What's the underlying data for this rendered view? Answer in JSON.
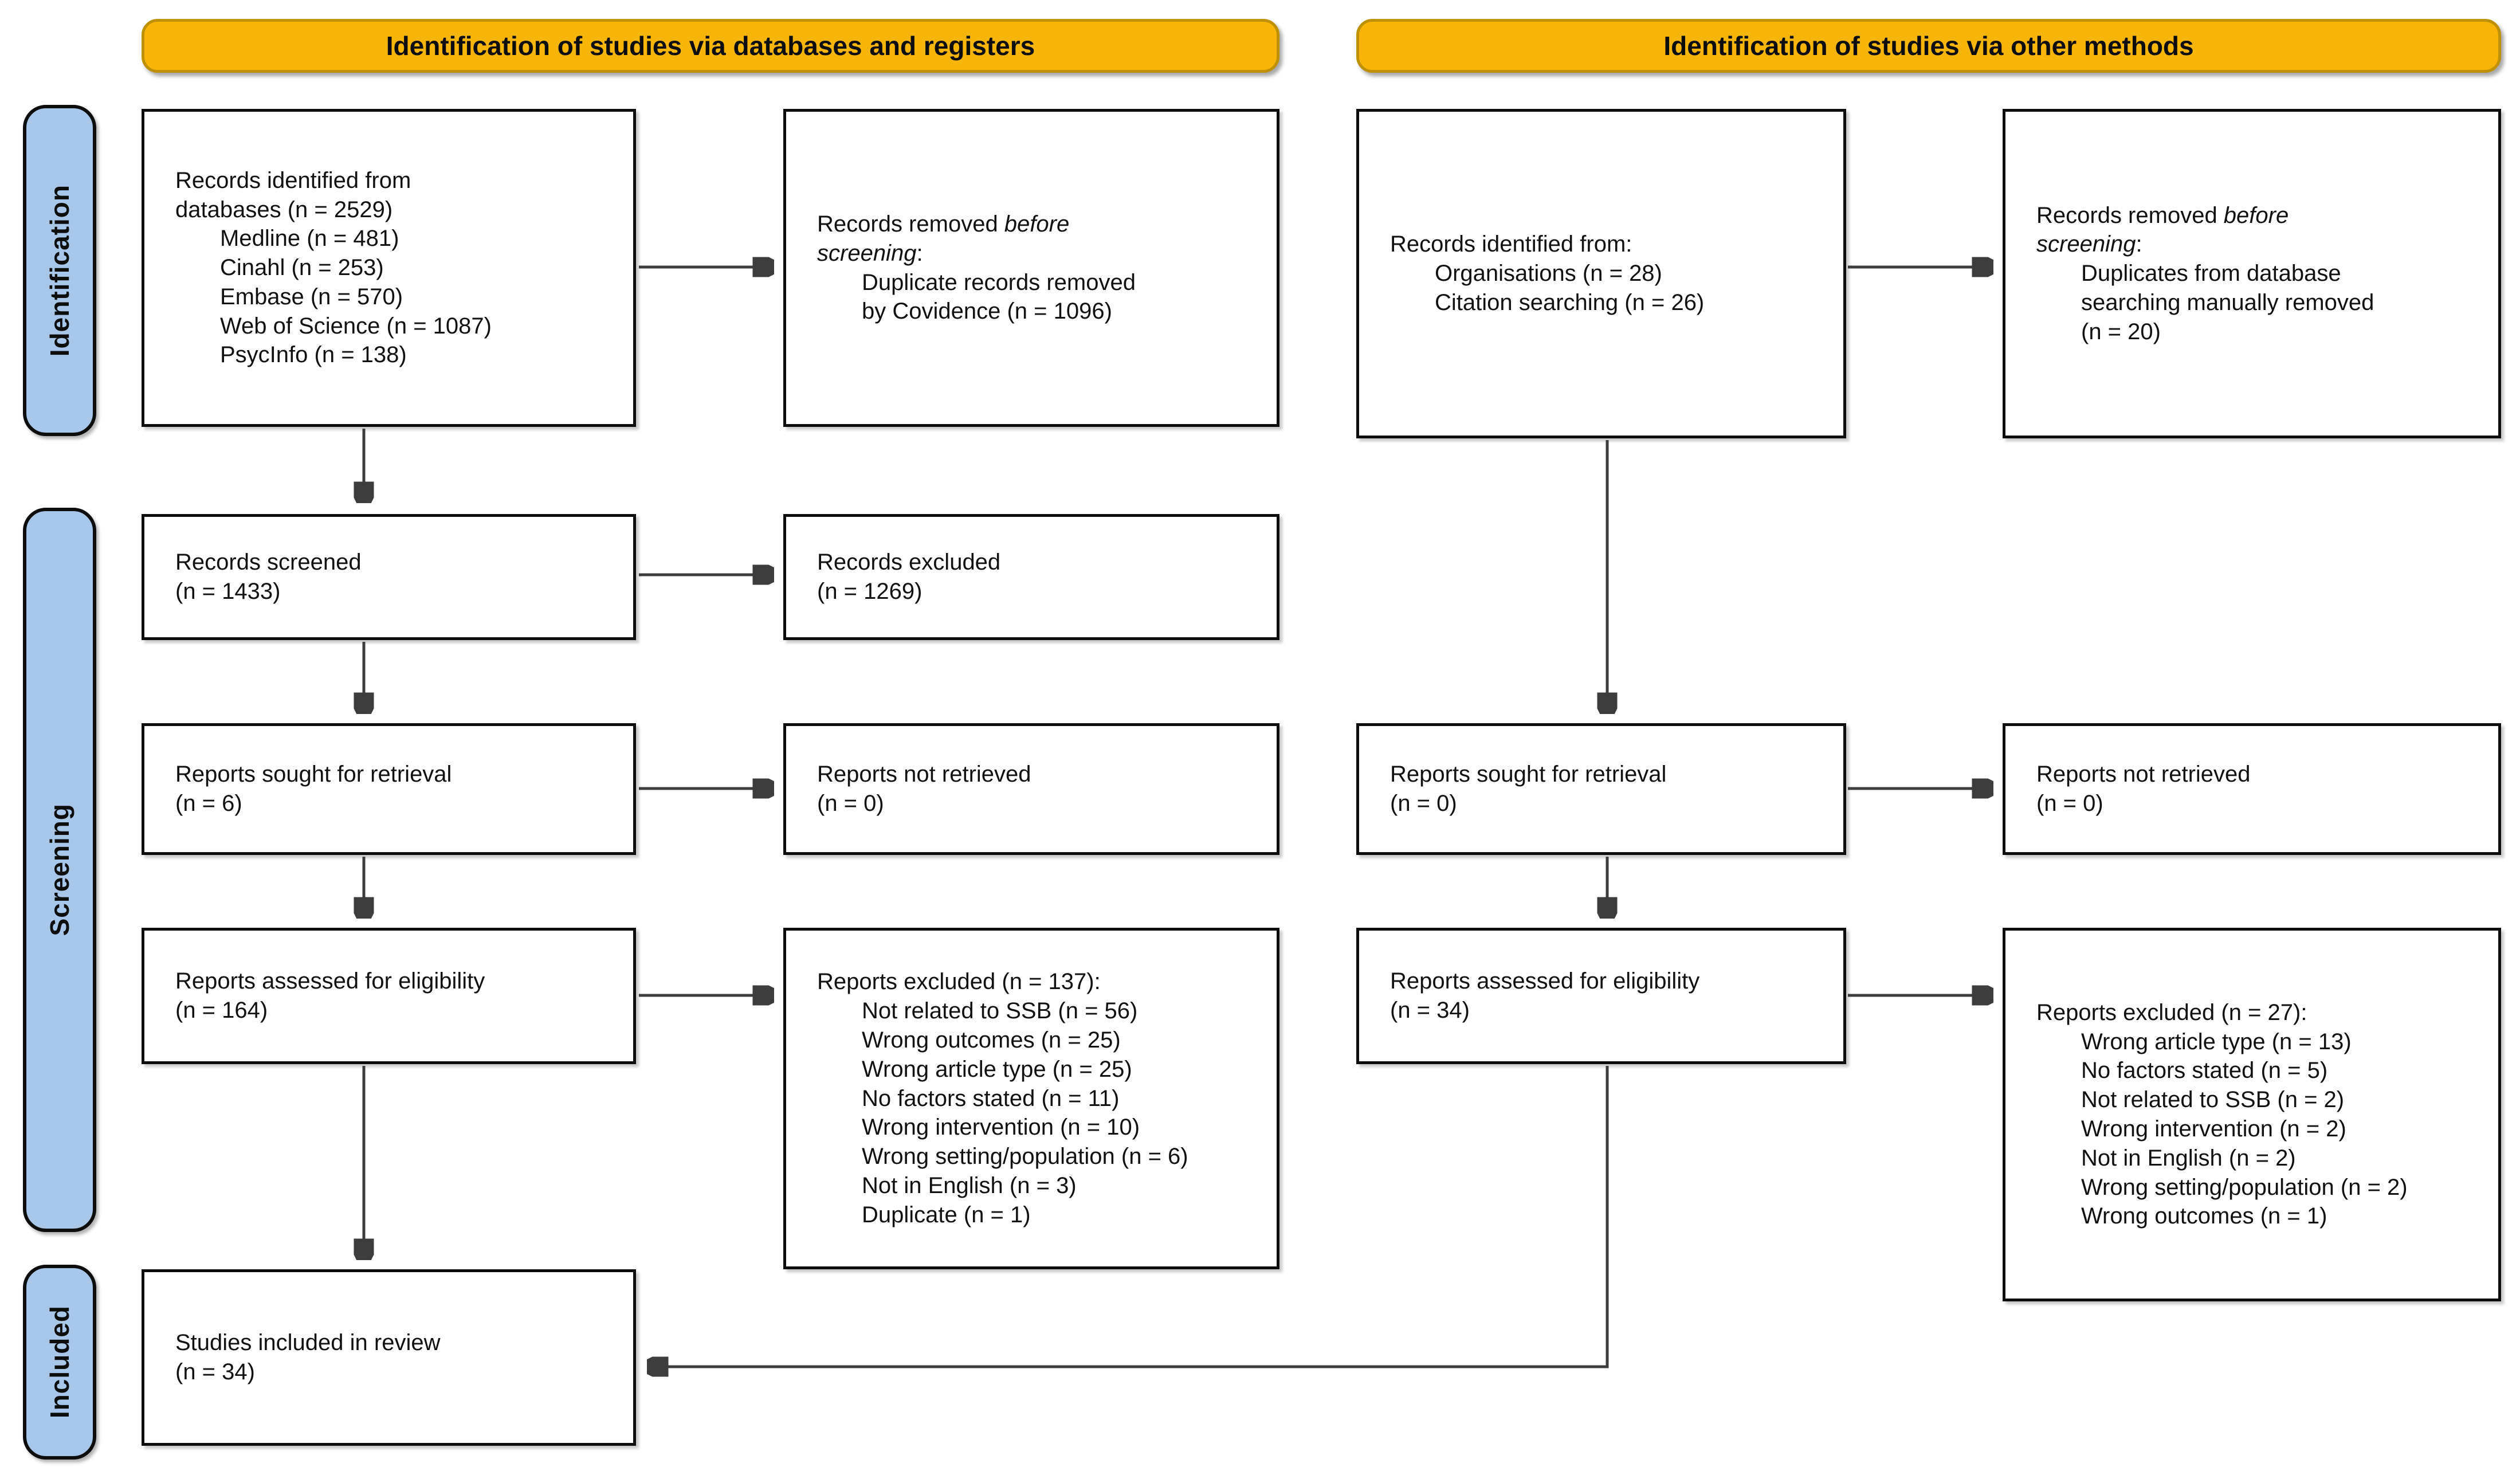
{
  "diagram": {
    "banners": {
      "databases": "Identification of studies via databases and registers",
      "other": "Identification of studies via other methods"
    },
    "stages": {
      "identification": "Identification",
      "screening": "Screening",
      "included": "Included"
    },
    "colors": {
      "banner_fill": "#F7B50A",
      "banner_border": "#BF9000",
      "stage_fill": "#A8C7E8",
      "box_border": "#0d0d0d",
      "arrow": "#3d3d3d"
    },
    "boxes": {
      "db_identified": {
        "lines": [
          {
            "ind": 0,
            "segs": [
              {
                "t": "Records identified from"
              }
            ]
          },
          {
            "ind": 0,
            "segs": [
              {
                "t": "databases (n = 2529)"
              }
            ]
          },
          {
            "ind": 1,
            "segs": [
              {
                "t": "Medline (n = 481)"
              }
            ]
          },
          {
            "ind": 1,
            "segs": [
              {
                "t": "Cinahl (n = 253)"
              }
            ]
          },
          {
            "ind": 1,
            "segs": [
              {
                "t": "Embase (n = 570)"
              }
            ]
          },
          {
            "ind": 1,
            "segs": [
              {
                "t": "Web of Science (n = 1087)"
              }
            ]
          },
          {
            "ind": 1,
            "segs": [
              {
                "t": "PsycInfo (n = 138)"
              }
            ]
          }
        ]
      },
      "db_removed": {
        "lines": [
          {
            "ind": 0,
            "segs": [
              {
                "t": "Records removed "
              },
              {
                "t": "before",
                "i": true
              }
            ]
          },
          {
            "ind": 0,
            "segs": [
              {
                "t": "screening",
                "i": true
              },
              {
                "t": ":"
              }
            ]
          },
          {
            "ind": 1,
            "segs": [
              {
                "t": "Duplicate records removed"
              }
            ]
          },
          {
            "ind": 1,
            "segs": [
              {
                "t": "by Covidence (n = 1096)"
              }
            ]
          }
        ]
      },
      "records_screened": {
        "lines": [
          {
            "ind": 0,
            "segs": [
              {
                "t": "Records screened"
              }
            ]
          },
          {
            "ind": 0,
            "segs": [
              {
                "t": "(n = 1433)"
              }
            ]
          }
        ]
      },
      "records_excluded": {
        "lines": [
          {
            "ind": 0,
            "segs": [
              {
                "t": "Records excluded"
              }
            ]
          },
          {
            "ind": 0,
            "segs": [
              {
                "t": "(n = 1269)"
              }
            ]
          }
        ]
      },
      "reports_sought": {
        "lines": [
          {
            "ind": 0,
            "segs": [
              {
                "t": "Reports sought for retrieval"
              }
            ]
          },
          {
            "ind": 0,
            "segs": [
              {
                "t": "(n = 6)"
              }
            ]
          }
        ]
      },
      "reports_not_retrieved": {
        "lines": [
          {
            "ind": 0,
            "segs": [
              {
                "t": "Reports not retrieved"
              }
            ]
          },
          {
            "ind": 0,
            "segs": [
              {
                "t": "(n = 0)"
              }
            ]
          }
        ]
      },
      "reports_assessed": {
        "lines": [
          {
            "ind": 0,
            "segs": [
              {
                "t": "Reports assessed for eligibility"
              }
            ]
          },
          {
            "ind": 0,
            "segs": [
              {
                "t": "(n = 164)"
              }
            ]
          }
        ]
      },
      "reports_excluded": {
        "lines": [
          {
            "ind": 0,
            "segs": [
              {
                "t": "Reports excluded (n = 137):"
              }
            ]
          },
          {
            "ind": 1,
            "segs": [
              {
                "t": "Not related to SSB (n = 56)"
              }
            ]
          },
          {
            "ind": 1,
            "segs": [
              {
                "t": "Wrong outcomes (n = 25)"
              }
            ]
          },
          {
            "ind": 1,
            "segs": [
              {
                "t": "Wrong article type (n = 25)"
              }
            ]
          },
          {
            "ind": 1,
            "segs": [
              {
                "t": "No factors stated (n = 11)"
              }
            ]
          },
          {
            "ind": 1,
            "segs": [
              {
                "t": "Wrong intervention (n = 10)"
              }
            ]
          },
          {
            "ind": 1,
            "segs": [
              {
                "t": "Wrong setting/population (n = 6)"
              }
            ]
          },
          {
            "ind": 1,
            "segs": [
              {
                "t": "Not in English (n = 3)"
              }
            ]
          },
          {
            "ind": 1,
            "segs": [
              {
                "t": "Duplicate (n = 1)"
              }
            ]
          }
        ]
      },
      "other_identified": {
        "lines": [
          {
            "ind": 0,
            "segs": [
              {
                "t": "Records identified from:"
              }
            ]
          },
          {
            "ind": 1,
            "segs": [
              {
                "t": "Organisations (n = 28)"
              }
            ]
          },
          {
            "ind": 1,
            "segs": [
              {
                "t": "Citation searching (n = 26)"
              }
            ]
          }
        ]
      },
      "other_removed": {
        "lines": [
          {
            "ind": 0,
            "segs": [
              {
                "t": "Records removed "
              },
              {
                "t": "before",
                "i": true
              }
            ]
          },
          {
            "ind": 0,
            "segs": [
              {
                "t": "screening",
                "i": true
              },
              {
                "t": ":"
              }
            ]
          },
          {
            "ind": 1,
            "segs": [
              {
                "t": "Duplicates from database"
              }
            ]
          },
          {
            "ind": 1,
            "segs": [
              {
                "t": "searching manually removed"
              }
            ]
          },
          {
            "ind": 1,
            "segs": [
              {
                "t": "(n = 20)"
              }
            ]
          }
        ]
      },
      "other_sought": {
        "lines": [
          {
            "ind": 0,
            "segs": [
              {
                "t": "Reports sought for retrieval"
              }
            ]
          },
          {
            "ind": 0,
            "segs": [
              {
                "t": "(n = 0)"
              }
            ]
          }
        ]
      },
      "other_not_retrieved": {
        "lines": [
          {
            "ind": 0,
            "segs": [
              {
                "t": "Reports not retrieved"
              }
            ]
          },
          {
            "ind": 0,
            "segs": [
              {
                "t": "(n = 0)"
              }
            ]
          }
        ]
      },
      "other_assessed": {
        "lines": [
          {
            "ind": 0,
            "segs": [
              {
                "t": "Reports assessed for eligibility"
              }
            ]
          },
          {
            "ind": 0,
            "segs": [
              {
                "t": "(n = 34)"
              }
            ]
          }
        ]
      },
      "other_excluded": {
        "lines": [
          {
            "ind": 0,
            "segs": [
              {
                "t": "Reports excluded (n = 27):"
              }
            ]
          },
          {
            "ind": 1,
            "segs": [
              {
                "t": "Wrong article type (n = 13)"
              }
            ]
          },
          {
            "ind": 1,
            "segs": [
              {
                "t": "No factors stated (n = 5)"
              }
            ]
          },
          {
            "ind": 1,
            "segs": [
              {
                "t": "Not related to SSB (n = 2)"
              }
            ]
          },
          {
            "ind": 1,
            "segs": [
              {
                "t": "Wrong intervention (n = 2)"
              }
            ]
          },
          {
            "ind": 1,
            "segs": [
              {
                "t": "Not in English (n = 2)"
              }
            ]
          },
          {
            "ind": 1,
            "segs": [
              {
                "t": "Wrong setting/population (n = 2)"
              }
            ]
          },
          {
            "ind": 1,
            "segs": [
              {
                "t": "Wrong outcomes (n = 1)"
              }
            ]
          }
        ]
      },
      "included_studies": {
        "lines": [
          {
            "ind": 0,
            "segs": [
              {
                "t": "Studies included in review"
              }
            ]
          },
          {
            "ind": 0,
            "segs": [
              {
                "t": "(n = 34)"
              }
            ]
          }
        ]
      }
    }
  }
}
